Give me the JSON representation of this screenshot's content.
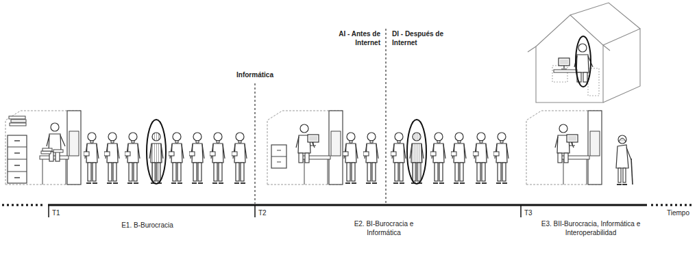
{
  "diagram": {
    "labels": [
      "Informática",
      "AI - Antes de Internet",
      "DI - Después de Internet",
      "T1",
      "E1. B-Burocracia",
      "T2",
      "E2. BI-Burocracia e Informática",
      "T3",
      "E3. BII-Burocracia, Informática e Interoperabilidad",
      "Tiempo"
    ]
  }
}
